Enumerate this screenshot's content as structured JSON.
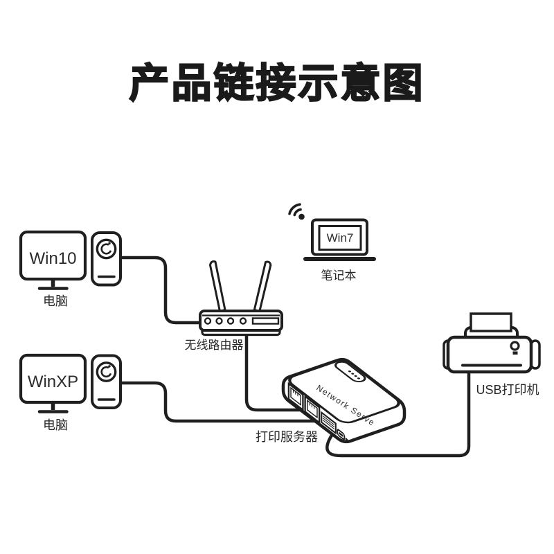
{
  "title": "产品链接示意图",
  "diagram": {
    "nodes": {
      "pc1": {
        "os": "Win10",
        "label": "电脑",
        "type": "desktop-computer"
      },
      "pc2": {
        "os": "WinXP",
        "label": "电脑",
        "type": "desktop-computer"
      },
      "router": {
        "label": "无线路由器",
        "type": "wireless-router"
      },
      "laptop": {
        "os": "Win7",
        "label": "笔记本",
        "type": "laptop-with-wifi"
      },
      "print_server": {
        "device_text": "Network Serve",
        "label": "打印服务器",
        "type": "print-server"
      },
      "printer": {
        "label": "USB打印机",
        "type": "usb-printer"
      }
    },
    "connections": [
      {
        "from": "pc1",
        "to": "router",
        "style": "wired"
      },
      {
        "from": "router",
        "to": "print_server",
        "style": "wired"
      },
      {
        "from": "pc2",
        "to": "print_server",
        "style": "wired"
      },
      {
        "from": "print_server",
        "to": "printer",
        "style": "wired"
      },
      {
        "from": "laptop",
        "to": "router",
        "style": "wireless"
      }
    ],
    "colors": {
      "ink": "#1f1f1f",
      "background": "#ffffff"
    }
  }
}
